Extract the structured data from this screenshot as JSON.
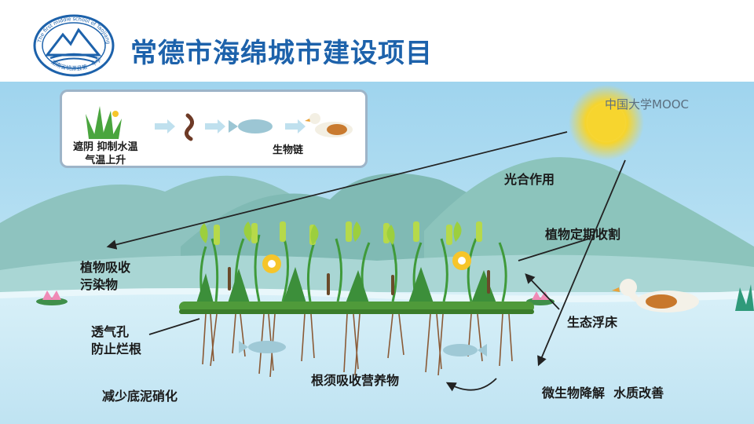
{
  "header": {
    "title": "常德市海绵城市建设项目",
    "logo": {
      "icon": "school-seal-icon",
      "ring_text_top": "The first middle school of Taojiang County",
      "ring_text_bottom": "湖南省桃源县第一中学"
    }
  },
  "watermark": "中国大学MOOC",
  "food_chain": {
    "shade_label": "遮阴 抑制水温\n气温上升",
    "chain_label": "生物链"
  },
  "labels": {
    "photosynthesis": "光合作用",
    "harvest": "植物定期收割",
    "absorb_pollutants": "植物吸收\n污染物",
    "eco_float": "生态浮床",
    "vent_holes": "透气孔\n防止烂根",
    "root_absorb": "根须吸收营养物",
    "reduce_nitrification": "减少底泥硝化",
    "microbe": "微生物降解  水质改善"
  },
  "colors": {
    "title_blue": "#1d62ab",
    "sky": "#a9d9ef",
    "water": "#cfeaf6",
    "mountain": "#7fb7b3",
    "raft": "#4f9a3a",
    "sun": "#f6d42c"
  }
}
